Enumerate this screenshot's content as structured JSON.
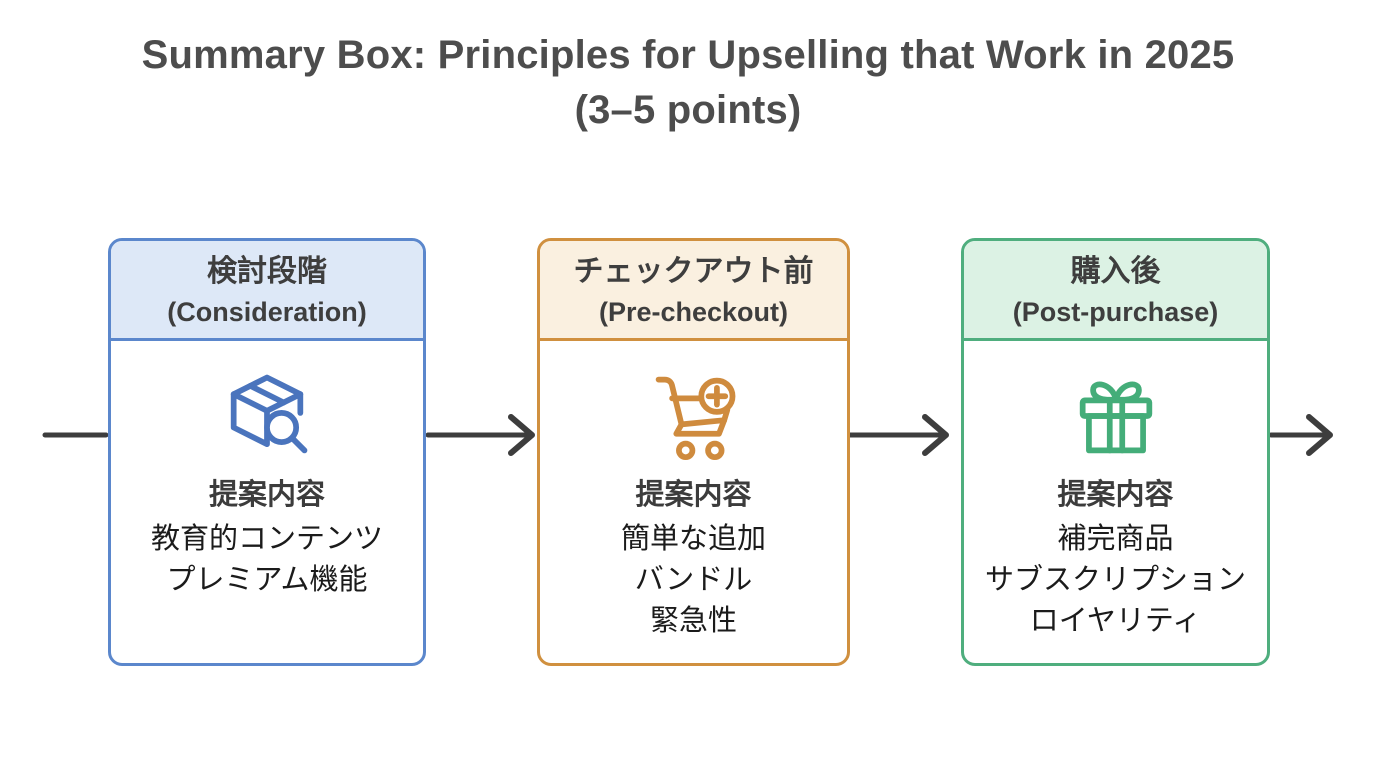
{
  "title": {
    "line1": "Summary Box: Principles for Upselling that Work in 2025",
    "line2": "(3–5 points)"
  },
  "colors": {
    "title_text": "#4d4d4d",
    "arrow": "#3d3d3d",
    "consideration_accent": "#5b87cc",
    "consideration_header_bg": "#dde8f7",
    "consideration_icon": "#4a74bd",
    "precheckout_accent": "#d0903f",
    "precheckout_header_bg": "#faf0e0",
    "precheckout_icon": "#cf8b3e",
    "postpurchase_accent": "#4fae7e",
    "postpurchase_header_bg": "#dcf2e4",
    "postpurchase_icon": "#44ad79"
  },
  "flow": {
    "stages": [
      {
        "title_jp": "検討段階",
        "title_en": "(Consideration)",
        "icon": "package-search-icon",
        "label": "提案内容",
        "items": [
          "教育的コンテンツ",
          "プレミアム機能"
        ]
      },
      {
        "title_jp": "チェックアウト前",
        "title_en": "(Pre-checkout)",
        "icon": "cart-plus-icon",
        "label": "提案内容",
        "items": [
          "簡単な追加",
          "バンドル",
          "緊急性"
        ]
      },
      {
        "title_jp": "購入後",
        "title_en": "(Post-purchase)",
        "icon": "gift-icon",
        "label": "提案内容",
        "items": [
          "補完商品",
          "サブスクリプション",
          "ロイヤリティ"
        ]
      }
    ]
  }
}
